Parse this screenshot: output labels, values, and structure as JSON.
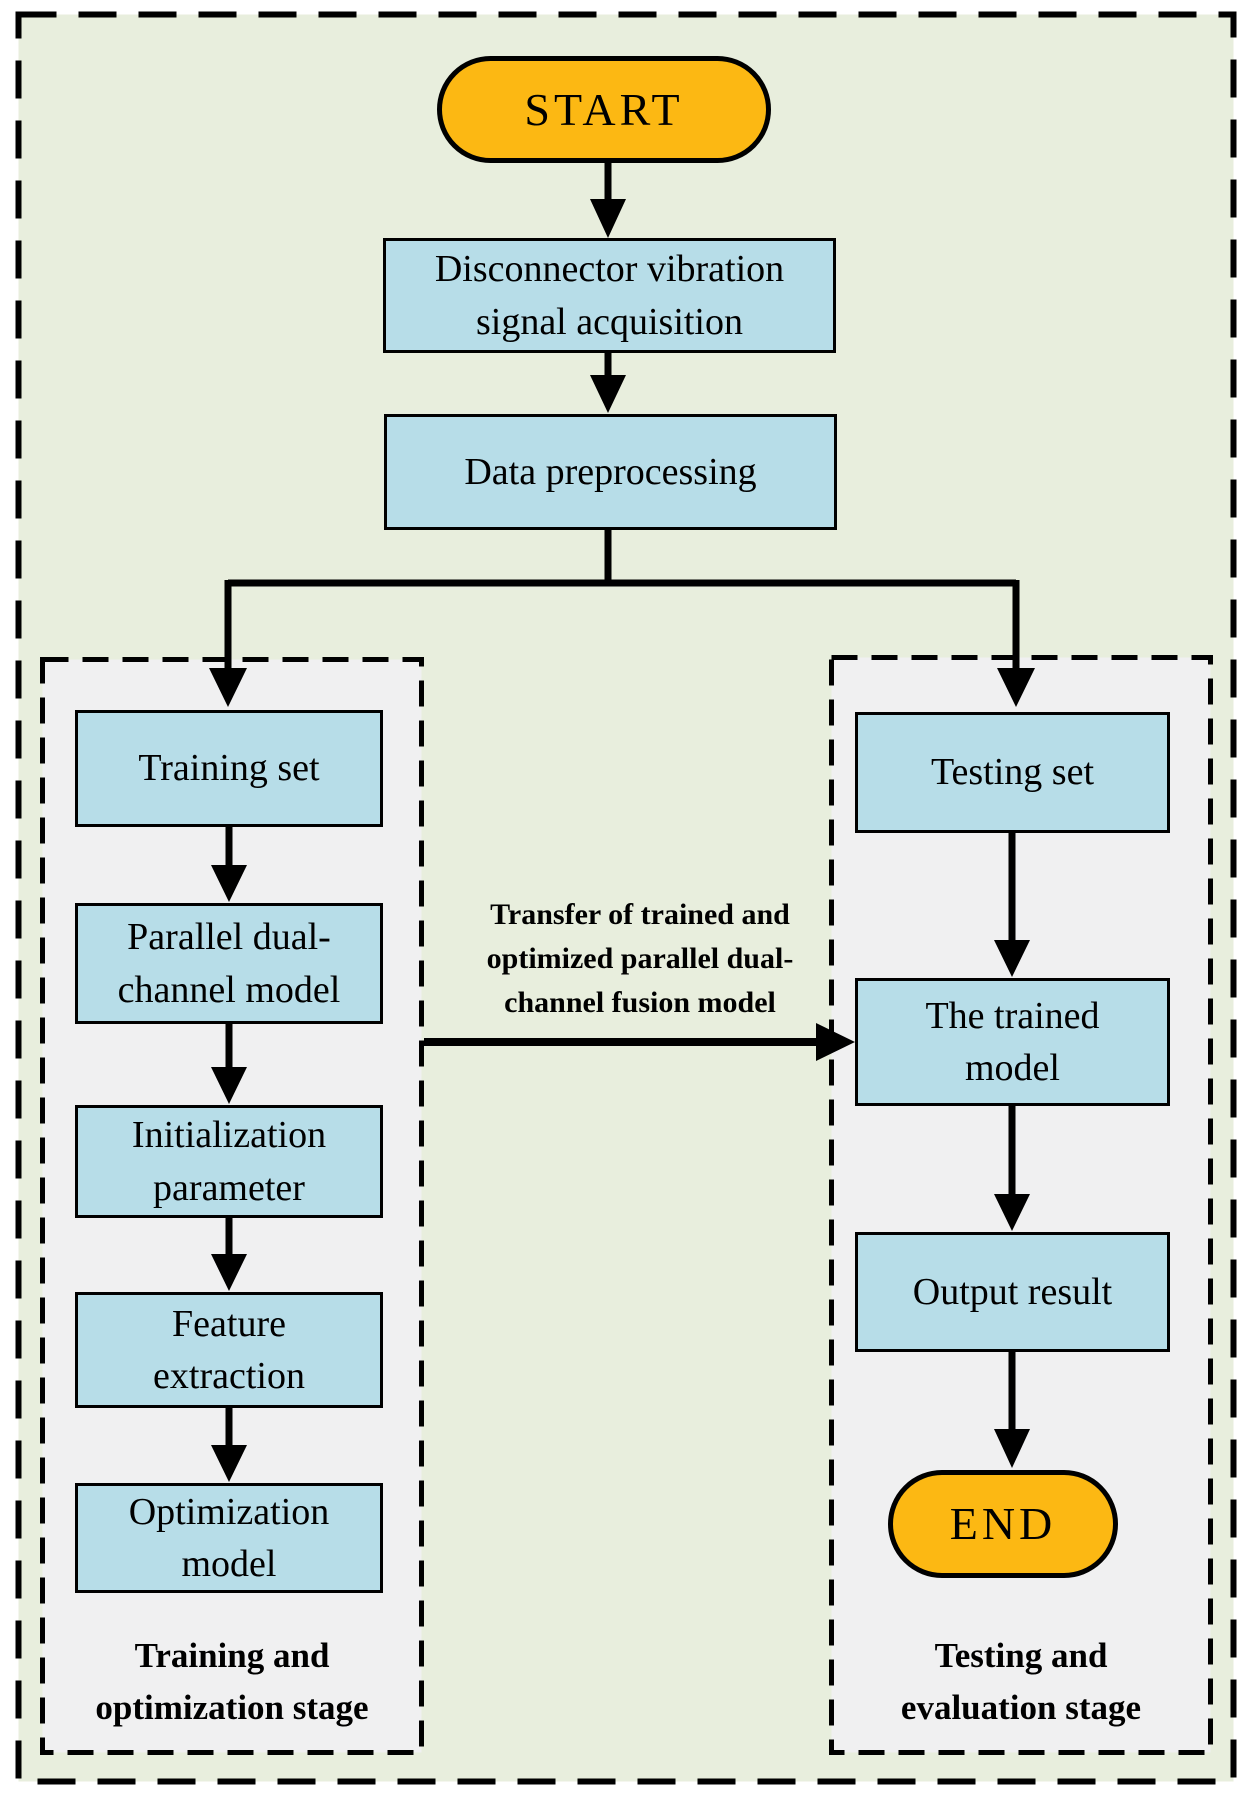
{
  "colors": {
    "canvas_fill": "#e8eedd",
    "stage_fill": "#f0f0f1",
    "process_fill": "#b7dde8",
    "terminal_fill": "#fcb813",
    "line": "#000000"
  },
  "flowchart": {
    "start": "START",
    "signal_acquisition": "Disconnector vibration\nsignal acquisition",
    "data_preprocessing": "Data preprocessing",
    "training_set": "Training set",
    "parallel_model": "Parallel dual-\nchannel model",
    "initialization": "Initialization\nparameter",
    "feature_extraction": "Feature\nextraction",
    "optimization_model": "Optimization\nmodel",
    "training_stage_label": "Training and\noptimization stage",
    "testing_set": "Testing set",
    "trained_model": "The trained\nmodel",
    "output_result": "Output result",
    "end": "END",
    "testing_stage_label": "Testing and\nevaluation stage",
    "transfer_label": "Transfer of trained and\noptimized parallel dual-\nchannel fusion model"
  }
}
